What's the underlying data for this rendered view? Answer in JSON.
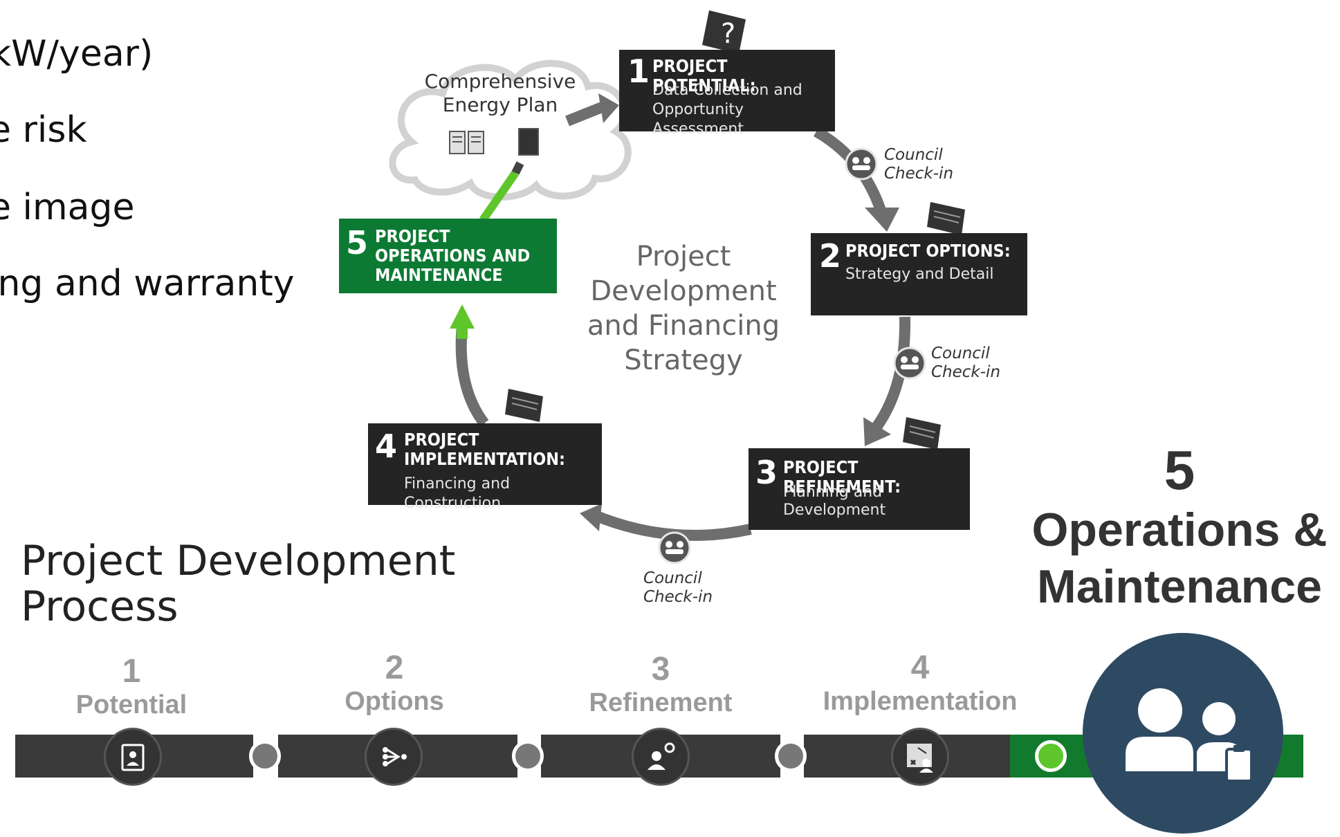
{
  "bullets": [
    "kW/year)",
    "e risk",
    "e image",
    "ing and warranty"
  ],
  "cloud": {
    "line1": "Comprehensive",
    "line2": "Energy Plan"
  },
  "center_text": [
    "Project",
    "Development",
    "and Financing",
    "Strategy"
  ],
  "boxes": {
    "b1": {
      "num": "1",
      "title": "PROJECT POTENTIAL:",
      "sub1": "Data Collection and",
      "sub2": "Opportunity Assessment"
    },
    "b2": {
      "num": "2",
      "title": "PROJECT OPTIONS:",
      "sub1": "Strategy and Detail"
    },
    "b3": {
      "num": "3",
      "title": "PROJECT REFINEMENT:",
      "sub1": "Planning and",
      "sub2": "Development"
    },
    "b4": {
      "num": "4",
      "title1": "PROJECT",
      "title2": "IMPLEMENTATION:",
      "sub1": "Financing and Construction"
    },
    "b5": {
      "num": "5",
      "title1": "PROJECT",
      "title2": "OPERATIONS AND",
      "title3": "MAINTENANCE"
    }
  },
  "checkin": {
    "line1": "Council",
    "line2": "Check-in"
  },
  "process_title": {
    "line1": "Project Development",
    "line2": "Process"
  },
  "steps": [
    {
      "num": "1",
      "label": "Potential"
    },
    {
      "num": "2",
      "label": "Options"
    },
    {
      "num": "3",
      "label": "Refinement"
    },
    {
      "num": "4",
      "label": "Implementation"
    }
  ],
  "active_step": {
    "num": "5",
    "label1": "Operations &",
    "label2": "Maintenance"
  },
  "colors": {
    "dark": "#242424",
    "green": "#0d7a33",
    "bright_green": "#5ec62b",
    "navy": "#2e4a63",
    "arrow_gray": "#6e6e6e"
  },
  "icons": [
    "question-doc-icon",
    "document-icon",
    "council-group-icon",
    "id-card-icon",
    "share-icon",
    "person-gear-icon",
    "strategy-board-icon",
    "team-clipboard-icon"
  ]
}
